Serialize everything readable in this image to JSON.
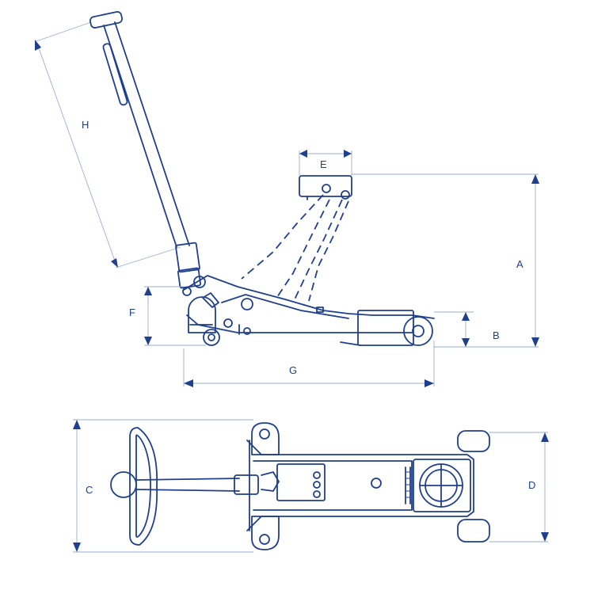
{
  "dimensions": {
    "A": "A",
    "B": "B",
    "C": "C",
    "D": "D",
    "E": "E",
    "F": "F",
    "G": "G",
    "H": "H"
  },
  "colors": {
    "line": "#1f3f8f",
    "dimension_line": "#9aaed6",
    "background": "#ffffff"
  }
}
